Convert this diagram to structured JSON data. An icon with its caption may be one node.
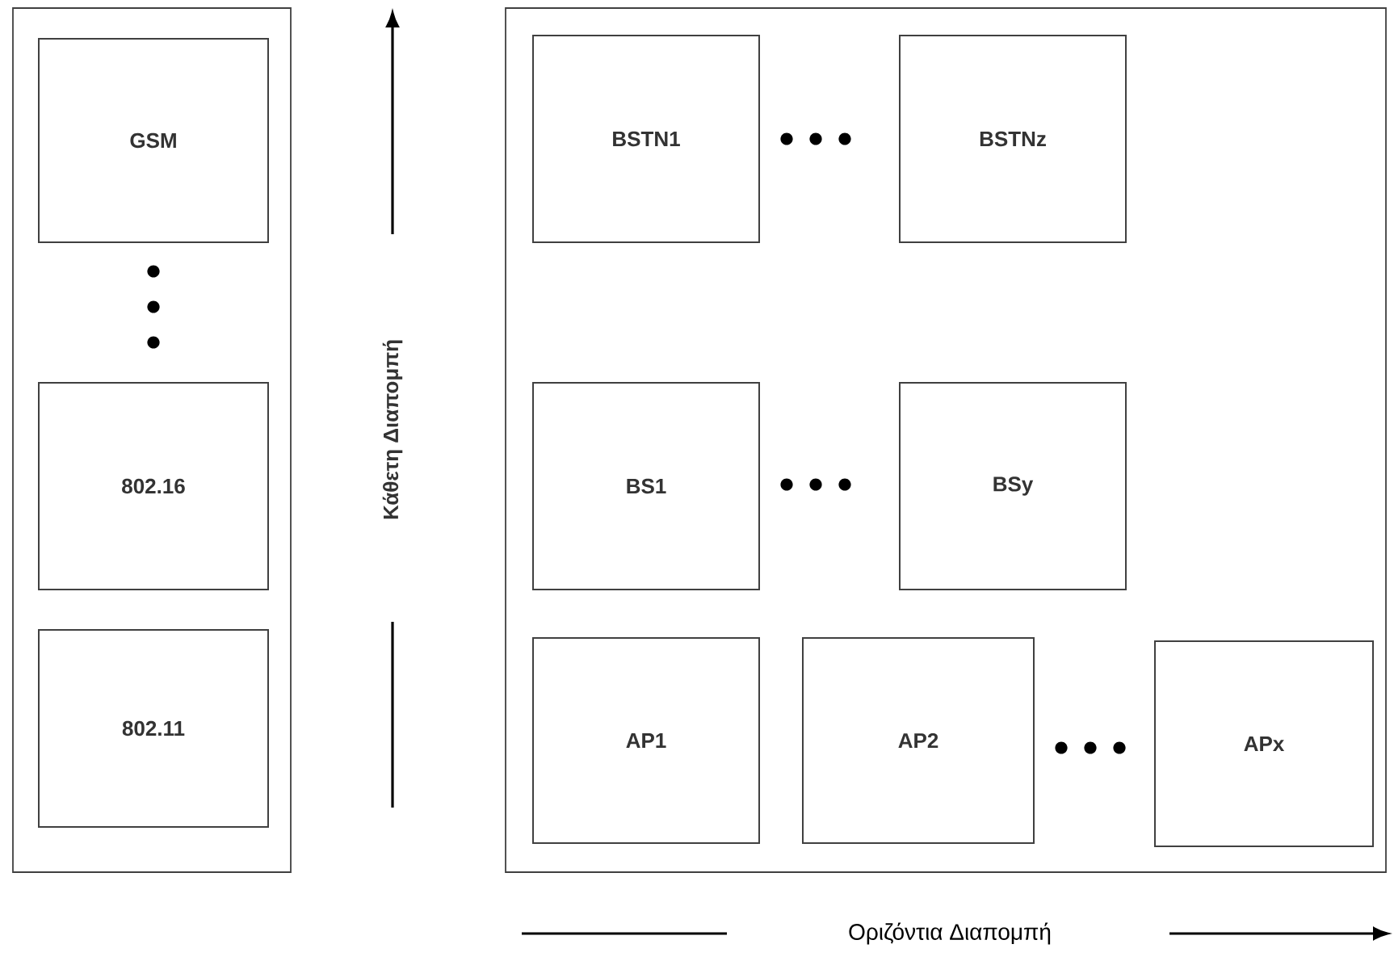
{
  "diagram": {
    "nodes": [
      {
        "text": [],
        "shape": "box"
      },
      {
        "text": [
          "GSM"
        ],
        "in": 0
      },
      {
        "text": [
          "802.16"
        ],
        "in": 0
      },
      {
        "text": [
          "802.11"
        ],
        "in": 0
      },
      {
        "text": [],
        "shape": "box"
      },
      {
        "text": [
          "BSTN1"
        ],
        "in": 4
      },
      {
        "text": [
          "BSTNz"
        ],
        "in": 4
      },
      {
        "text": [
          "BS1"
        ],
        "in": 4
      },
      {
        "text": [
          "BSy"
        ],
        "in": 4
      },
      {
        "text": [
          "AP1"
        ],
        "in": 4
      },
      {
        "text": [
          "AP2"
        ],
        "in": 4
      },
      {
        "text": [
          "APx"
        ],
        "in": 4
      }
    ],
    "edges": [],
    "labels": [
      "Κάθετη Διαπομπή",
      "Οριζόντια Διαπομπή"
    ]
  }
}
